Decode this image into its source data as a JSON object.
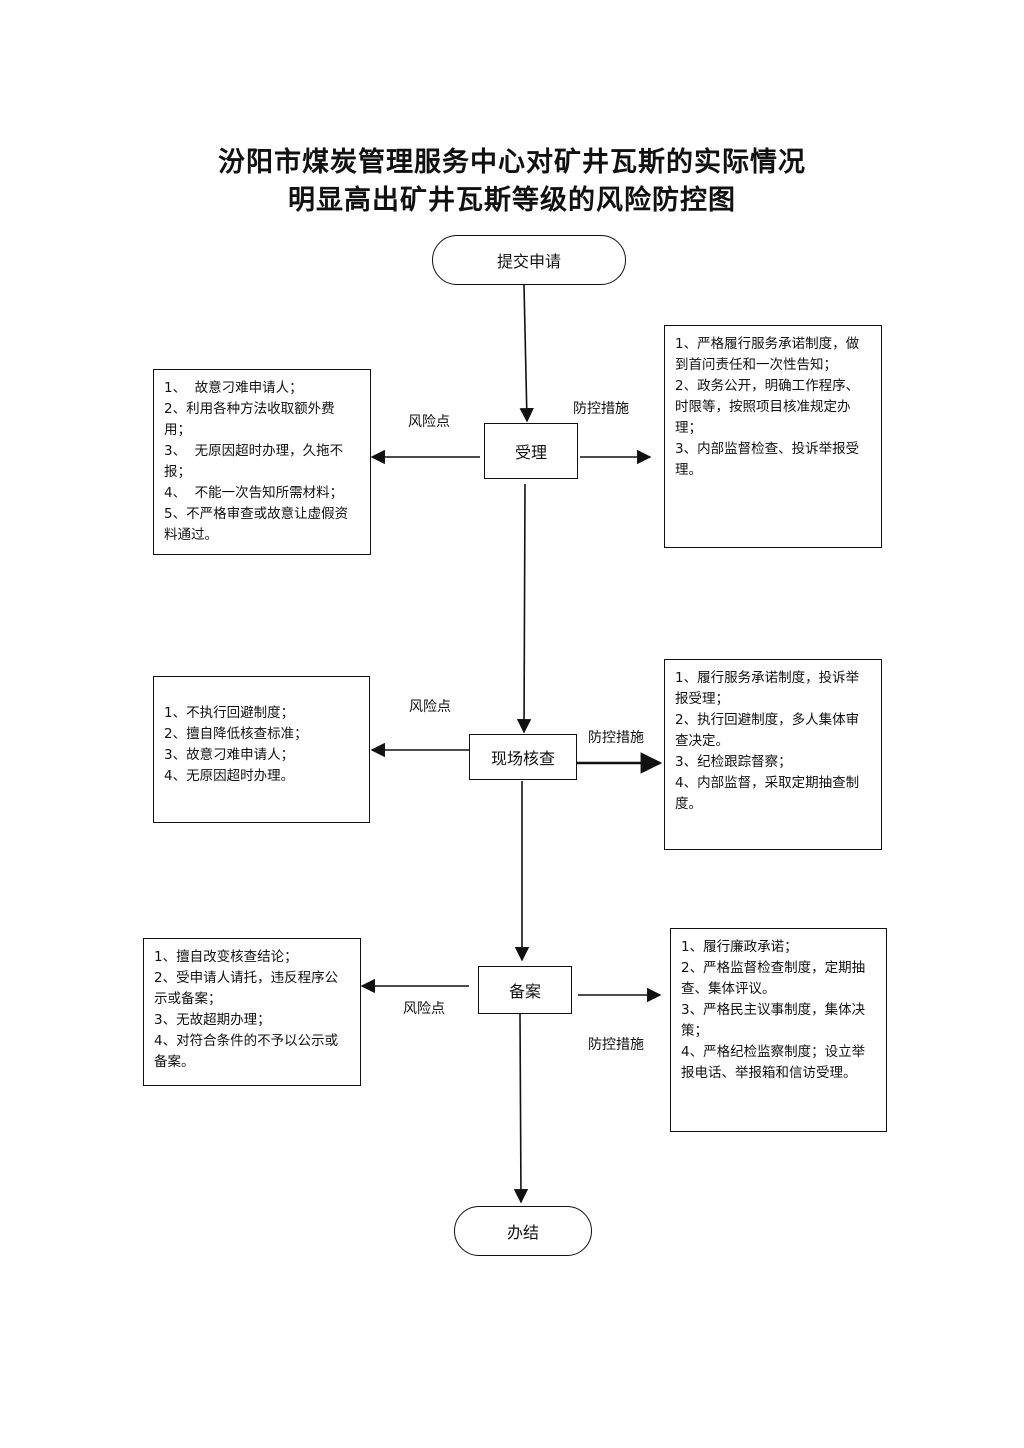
{
  "title": {
    "line1": "汾阳市煤炭管理服务中心对矿井瓦斯的实际情况",
    "line2": "明显高出矿井瓦斯等级的风险防控图"
  },
  "flow": {
    "start": "提交申请",
    "steps": [
      "受理",
      "现场核查",
      "备案"
    ],
    "end": "办结"
  },
  "labels": {
    "risk_point": "风险点",
    "control_measures": "防控措施"
  },
  "risks": {
    "accept": [
      "1、  故意刁难申请人；",
      "2、利用各种方法收取额外费用；",
      "3、  无原因超时办理，久拖不报；",
      "4、  不能一次告知所需材料；",
      "5、不严格审查或故意让虚假资料通过。"
    ],
    "inspect": [
      "1、不执行回避制度；",
      "2、擅自降低核查标准；",
      "3、故意刁难申请人；",
      "4、无原因超时办理。"
    ],
    "record": [
      "1、擅自改变核查结论；",
      "2、受申请人请托，违反程序公示或备案；",
      "3、无故超期办理；",
      "4、对符合条件的不予以公示或备案。"
    ]
  },
  "measures": {
    "accept": [
      "1、严格履行服务承诺制度，做到首问责任和一次性告知；",
      "2、政务公开，明确工作程序、时限等，按照项目核准规定办理；",
      "3、内部监督检查、投诉举报受理。"
    ],
    "inspect": [
      "1、履行服务承诺制度，投诉举报受理；",
      "2、执行回避制度，多人集体审查决定。",
      "3、纪检跟踪督察；",
      "4、内部监督，采取定期抽查制度。"
    ],
    "record": [
      "1、履行廉政承诺；",
      "2、严格监督检查制度，定期抽查、集体评议。",
      "3、严格民主议事制度，集体决策；",
      "4、严格纪检监察制度；设立举报电话、举报箱和信访受理。"
    ]
  }
}
